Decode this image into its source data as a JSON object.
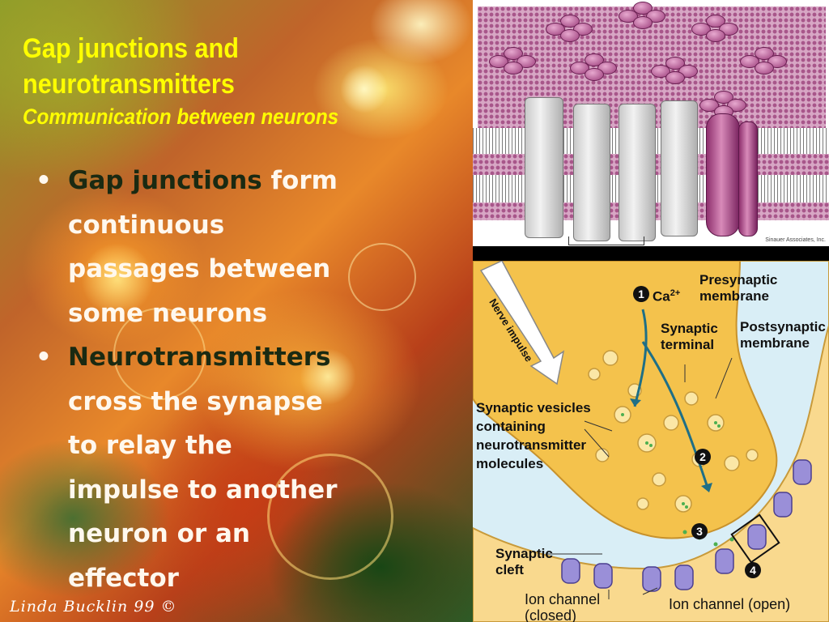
{
  "slide": {
    "title_line1": "Gap junctions and",
    "title_line2": "neurotransmitters",
    "subtitle": "Communication between neurons",
    "bullets": [
      {
        "b1_p1": "Gap junctions",
        "b1_p2": " form",
        "b1_l2": "continuous",
        "b1_l3": "passages between",
        "b1_l4": "some neurons"
      },
      {
        "b2_l1": "Neurotransmitters",
        "b2_l2": "cross the synapse",
        "b2_l3": "to relay the",
        "b2_l4": "impulse to another",
        "b2_l5": "neuron or an",
        "b2_l6": "effector"
      }
    ],
    "signature": "Linda Bucklin 99 ©"
  },
  "gap_diagram": {
    "credit": "Sinauer Associates, Inc."
  },
  "synapse_diagram": {
    "nerve_impulse": "Nerve impulse",
    "step1": "1",
    "ca": "Ca",
    "ca_sup": "2+",
    "presynaptic": [
      "Presynaptic",
      "membrane"
    ],
    "synaptic_terminal": [
      "Synaptic",
      "terminal"
    ],
    "postsynaptic": [
      "Postsynaptic",
      "membrane"
    ],
    "vesicles": [
      "Synaptic vesicles",
      "containing",
      "neurotransmitter",
      "molecules"
    ],
    "step2": "2",
    "step3": "3",
    "step4": "4",
    "cleft": [
      "Synaptic",
      "cleft"
    ],
    "ion_closed": [
      "Ion channel",
      "(closed)"
    ],
    "ion_open": "Ion channel (open)"
  },
  "colors": {
    "title": "#ffff00",
    "bullet_text": "#fff8ee",
    "bullet_dark": "#1a2a12",
    "membrane": "#d7a6c4",
    "connexon": "#9b3c7a",
    "terminal": "#f4c24c",
    "cleft_bg": "#d9eef6"
  }
}
